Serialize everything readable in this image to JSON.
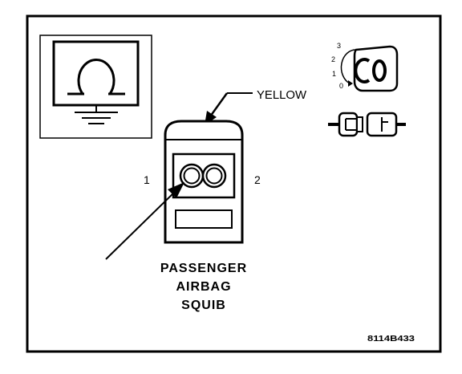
{
  "diagram": {
    "meter_symbol": "ohm-meter-icon",
    "wire_color_label": "YELLOW",
    "pin_labels": [
      "1",
      "2"
    ],
    "component_label_lines": [
      "PASSENGER",
      "AIRBAG",
      "SQUIB"
    ],
    "ignition_positions": [
      "3",
      "2",
      "1",
      "0"
    ],
    "ignition_key_position": "0",
    "connector_state": "disconnected",
    "figure_id": "8114B433"
  }
}
